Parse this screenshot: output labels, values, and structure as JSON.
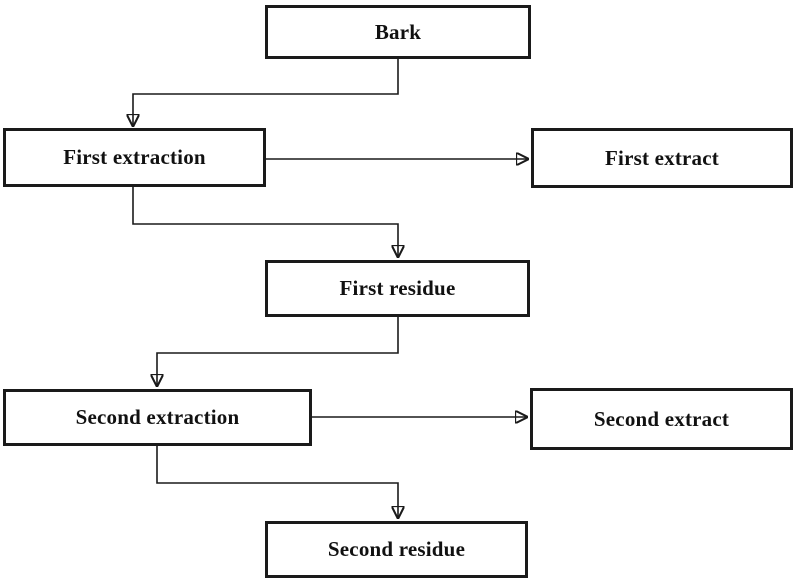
{
  "diagram": {
    "type": "flowchart",
    "colors": {
      "background": "#ffffff",
      "box_fill": "#ffffff",
      "box_border": "#1a1a1a",
      "line": "#1a1a1a",
      "text": "#111111"
    },
    "nodes": [
      {
        "id": "bark",
        "label": "Bark"
      },
      {
        "id": "first-extraction",
        "label": "First extraction"
      },
      {
        "id": "first-extract",
        "label": "First extract"
      },
      {
        "id": "first-residue",
        "label": "First residue"
      },
      {
        "id": "second-extraction",
        "label": "Second extraction"
      },
      {
        "id": "second-extract",
        "label": "Second extract"
      },
      {
        "id": "second-residue",
        "label": "Second residue"
      }
    ],
    "edges": [
      {
        "from": "bark",
        "to": "first-extraction"
      },
      {
        "from": "first-extraction",
        "to": "first-extract"
      },
      {
        "from": "first-extraction",
        "to": "first-residue"
      },
      {
        "from": "first-residue",
        "to": "second-extraction"
      },
      {
        "from": "second-extraction",
        "to": "second-extract"
      },
      {
        "from": "second-extraction",
        "to": "second-residue"
      }
    ]
  }
}
